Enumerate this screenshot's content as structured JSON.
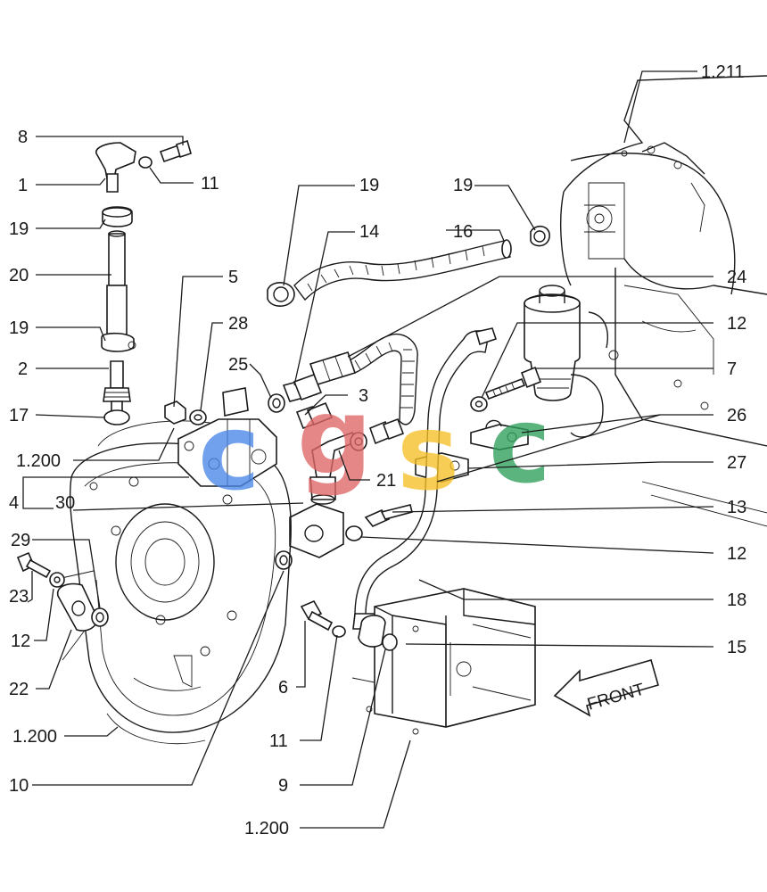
{
  "watermark": {
    "letters": [
      "c",
      "g",
      "s",
      "c"
    ],
    "colors": [
      "#4a86e8",
      "#e06666",
      "#f6c026",
      "#2e9e5b"
    ]
  },
  "front_marker": {
    "text": "FRONT"
  },
  "callouts": [
    {
      "id": "c-8",
      "text": "8"
    },
    {
      "id": "c-11a",
      "text": "11"
    },
    {
      "id": "c-1",
      "text": "1"
    },
    {
      "id": "c-19a",
      "text": "19"
    },
    {
      "id": "c-20",
      "text": "20"
    },
    {
      "id": "c-19b",
      "text": "19"
    },
    {
      "id": "c-2",
      "text": "2"
    },
    {
      "id": "c-17",
      "text": "17"
    },
    {
      "id": "c-1200a",
      "text": "1.200"
    },
    {
      "id": "c-4",
      "text": "4"
    },
    {
      "id": "c-30",
      "text": "30"
    },
    {
      "id": "c-29",
      "text": "29"
    },
    {
      "id": "c-23",
      "text": "23"
    },
    {
      "id": "c-12a",
      "text": "12"
    },
    {
      "id": "c-22",
      "text": "22"
    },
    {
      "id": "c-1200b",
      "text": "1.200"
    },
    {
      "id": "c-10",
      "text": "10"
    },
    {
      "id": "c-5",
      "text": "5"
    },
    {
      "id": "c-28",
      "text": "28"
    },
    {
      "id": "c-25",
      "text": "25"
    },
    {
      "id": "c-3",
      "text": "3"
    },
    {
      "id": "c-21",
      "text": "21"
    },
    {
      "id": "c-19c",
      "text": "19"
    },
    {
      "id": "c-14",
      "text": "14"
    },
    {
      "id": "c-19d",
      "text": "19"
    },
    {
      "id": "c-16",
      "text": "16"
    },
    {
      "id": "c-1211",
      "text": "1.211"
    },
    {
      "id": "c-24",
      "text": "24"
    },
    {
      "id": "c-12b",
      "text": "12"
    },
    {
      "id": "c-7",
      "text": "7"
    },
    {
      "id": "c-26",
      "text": "26"
    },
    {
      "id": "c-27",
      "text": "27"
    },
    {
      "id": "c-13",
      "text": "13"
    },
    {
      "id": "c-12c",
      "text": "12"
    },
    {
      "id": "c-18",
      "text": "18"
    },
    {
      "id": "c-15",
      "text": "15"
    },
    {
      "id": "c-6",
      "text": "6"
    },
    {
      "id": "c-11b",
      "text": "11"
    },
    {
      "id": "c-9",
      "text": "9"
    },
    {
      "id": "c-1200c",
      "text": "1.200"
    }
  ]
}
